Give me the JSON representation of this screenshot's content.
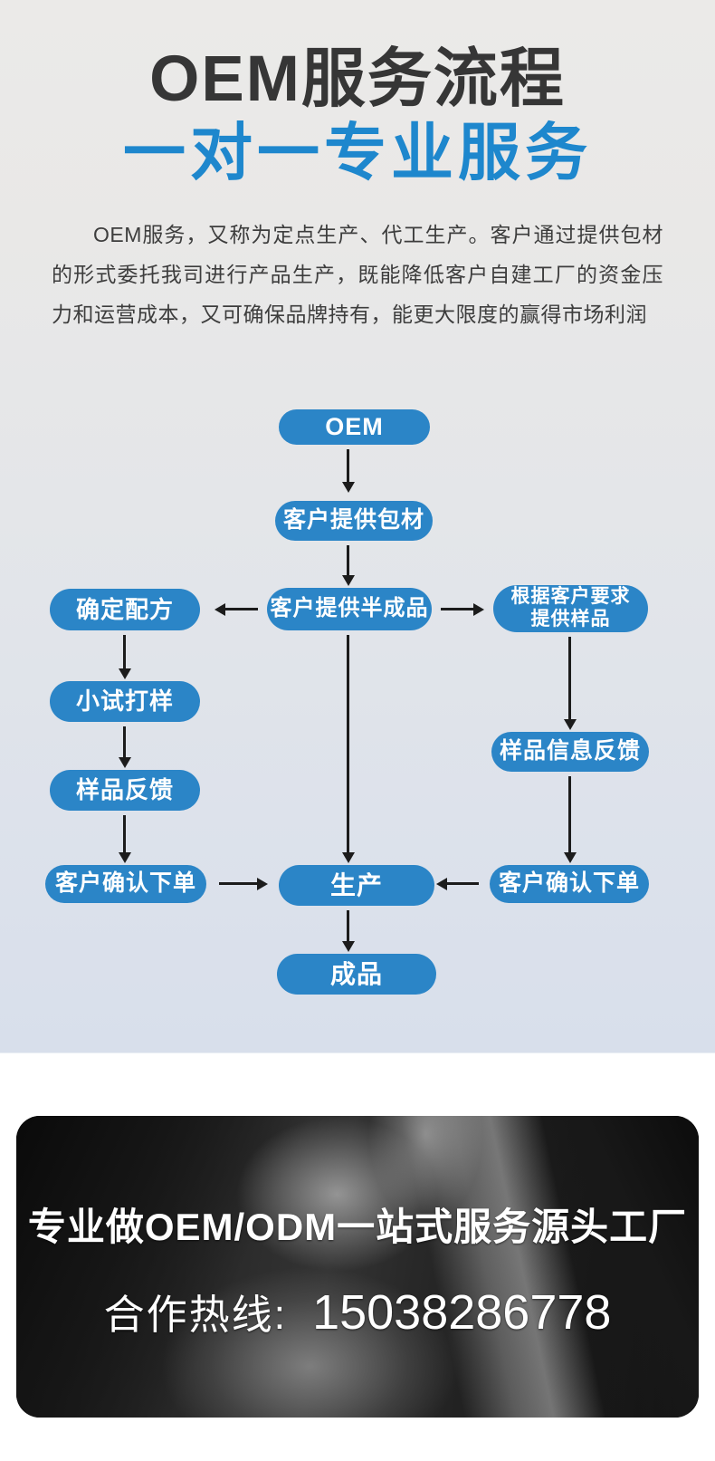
{
  "hero": {
    "title": "OEM服务流程",
    "subtitle": "一对一专业服务",
    "description": "OEM服务，又称为定点生产、代工生产。客户通过提供包材的形式委托我司进行产品生产，既能降低客户自建工厂的资金压力和运营成本，又可确保品牌持有，能更大限度的赢得市场利润"
  },
  "flow": {
    "nodes": {
      "oem": "OEM",
      "packaging": "客户提供包材",
      "semi_product": "客户提供半成品",
      "formula": "确定配方",
      "sample_request_line1": "根据客户要求",
      "sample_request_line2": "提供样品",
      "trial_sample": "小试打样",
      "sample_feedback": "样品反馈",
      "order_confirm_left": "客户确认下单",
      "sample_info_feedback": "样品信息反馈",
      "order_confirm_right": "客户确认下单",
      "production": "生产",
      "finished_product": "成品"
    },
    "edges": [
      "OEM → 客户提供包材",
      "客户提供包材 → 客户提供半成品",
      "客户提供半成品 → 确定配方",
      "客户提供半成品 → 根据客户要求提供样品",
      "客户提供半成品 → 生产",
      "确定配方 → 小试打样",
      "小试打样 → 样品反馈",
      "样品反馈 → 客户确认下单(左)",
      "客户确认下单(左) → 生产",
      "根据客户要求提供样品 → 样品信息反馈",
      "样品信息反馈 → 客户确认下单(右)",
      "客户确认下单(右) → 生产",
      "生产 → 成品"
    ],
    "colors": {
      "node_blue": "#2b85c7",
      "arrow": "#1c1c1c"
    }
  },
  "footer": {
    "headline": "专业做OEM/ODM一站式服务源头工厂",
    "hotline_label": "合作热线:",
    "hotline_number": "15038286778"
  },
  "theme": {
    "title_color": "#363636",
    "subtitle_blue": "#1e87cd"
  }
}
